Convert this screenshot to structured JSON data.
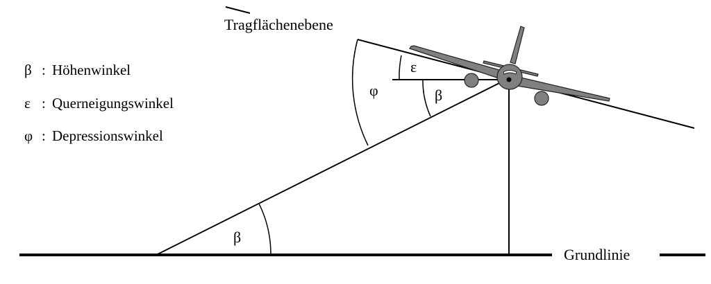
{
  "labels": {
    "wing_plane": "Tragflächenebene",
    "ground_line": "Grundlinie",
    "beta": "β",
    "epsilon": "ε",
    "phi": "φ"
  },
  "legend": [
    {
      "symbol": "β",
      "sep": ":",
      "text": "Höhenwinkel"
    },
    {
      "symbol": "ε",
      "sep": ":",
      "text": "Querneigungswinkel"
    },
    {
      "symbol": "φ",
      "sep": ":",
      "text": "Depressionswinkel"
    }
  ]
}
